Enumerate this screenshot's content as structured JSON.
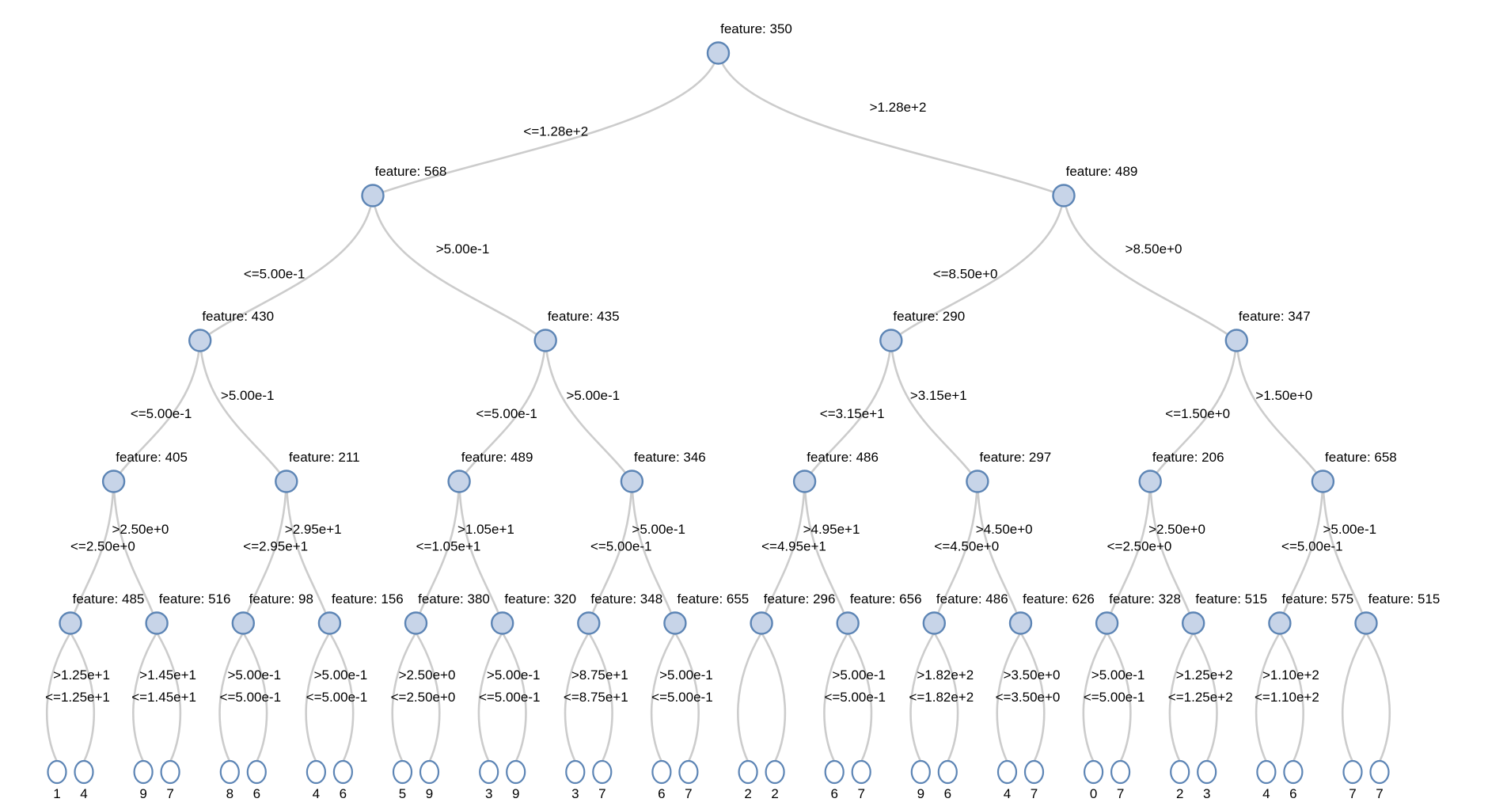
{
  "diagram": {
    "type": "decision-tree",
    "node_label_prefix": "feature: ",
    "colors": {
      "edge": "#cccccc",
      "node_fill": "#c7d4e8",
      "node_stroke": "#5d85b5",
      "leaf_fill": "#ffffff",
      "text": "#000000"
    },
    "root": {
      "label": "feature: 350",
      "left_edge": "<=1.28e+2",
      "right_edge": ">1.28e+2",
      "children": [
        {
          "label": "feature: 568",
          "left_edge": "<=5.00e-1",
          "right_edge": ">5.00e-1",
          "children": [
            {
              "label": "feature: 430",
              "left_edge": "<=5.00e-1",
              "right_edge": ">5.00e-1",
              "children": [
                {
                  "label": "feature: 405",
                  "left_edge": "<=2.50e+0",
                  "right_edge": ">2.50e+0",
                  "children": [
                    {
                      "label": "feature: 485",
                      "left_edge": "<=1.25e+1",
                      "right_edge": ">1.25e+1",
                      "children": [
                        {
                          "value": "1"
                        },
                        {
                          "value": "4"
                        }
                      ]
                    },
                    {
                      "label": "feature: 516",
                      "left_edge": "<=1.45e+1",
                      "right_edge": ">1.45e+1",
                      "children": [
                        {
                          "value": "9"
                        },
                        {
                          "value": "7"
                        }
                      ]
                    }
                  ]
                },
                {
                  "label": "feature: 211",
                  "left_edge": "<=2.95e+1",
                  "right_edge": ">2.95e+1",
                  "children": [
                    {
                      "label": "feature: 98",
                      "left_edge": "<=5.00e-1",
                      "right_edge": ">5.00e-1",
                      "children": [
                        {
                          "value": "8"
                        },
                        {
                          "value": "6"
                        }
                      ]
                    },
                    {
                      "label": "feature: 156",
                      "left_edge": "<=5.00e-1",
                      "right_edge": ">5.00e-1",
                      "children": [
                        {
                          "value": "4"
                        },
                        {
                          "value": "6"
                        }
                      ]
                    }
                  ]
                }
              ]
            },
            {
              "label": "feature: 435",
              "left_edge": "<=5.00e-1",
              "right_edge": ">5.00e-1",
              "children": [
                {
                  "label": "feature: 489",
                  "left_edge": "<=1.05e+1",
                  "right_edge": ">1.05e+1",
                  "children": [
                    {
                      "label": "feature: 380",
                      "left_edge": "<=2.50e+0",
                      "right_edge": ">2.50e+0",
                      "children": [
                        {
                          "value": "5"
                        },
                        {
                          "value": "9"
                        }
                      ]
                    },
                    {
                      "label": "feature: 320",
                      "left_edge": "<=5.00e-1",
                      "right_edge": ">5.00e-1",
                      "children": [
                        {
                          "value": "3"
                        },
                        {
                          "value": "9"
                        }
                      ]
                    }
                  ]
                },
                {
                  "label": "feature: 346",
                  "left_edge": "<=5.00e-1",
                  "right_edge": ">5.00e-1",
                  "children": [
                    {
                      "label": "feature: 348",
                      "left_edge": "<=8.75e+1",
                      "right_edge": ">8.75e+1",
                      "children": [
                        {
                          "value": "3"
                        },
                        {
                          "value": "7"
                        }
                      ]
                    },
                    {
                      "label": "feature: 655",
                      "left_edge": "<=5.00e-1",
                      "right_edge": ">5.00e-1",
                      "children": [
                        {
                          "value": "6"
                        },
                        {
                          "value": "7"
                        }
                      ]
                    }
                  ]
                }
              ]
            }
          ]
        },
        {
          "label": "feature: 489",
          "left_edge": "<=8.50e+0",
          "right_edge": ">8.50e+0",
          "children": [
            {
              "label": "feature: 290",
              "left_edge": "<=3.15e+1",
              "right_edge": ">3.15e+1",
              "children": [
                {
                  "label": "feature: 486",
                  "left_edge": "<=4.95e+1",
                  "right_edge": ">4.95e+1",
                  "children": [
                    {
                      "label": "feature: 296",
                      "left_edge": "",
                      "right_edge": "",
                      "children": [
                        {
                          "value": "2"
                        },
                        {
                          "value": "2"
                        }
                      ]
                    },
                    {
                      "label": "feature: 656",
                      "left_edge": "<=5.00e-1",
                      "right_edge": ">5.00e-1",
                      "children": [
                        {
                          "value": "6"
                        },
                        {
                          "value": "7"
                        }
                      ]
                    }
                  ]
                },
                {
                  "label": "feature: 297",
                  "left_edge": "<=4.50e+0",
                  "right_edge": ">4.50e+0",
                  "children": [
                    {
                      "label": "feature: 486",
                      "left_edge": "<=1.82e+2",
                      "right_edge": ">1.82e+2",
                      "children": [
                        {
                          "value": "9"
                        },
                        {
                          "value": "6"
                        }
                      ]
                    },
                    {
                      "label": "feature: 626",
                      "left_edge": "<=3.50e+0",
                      "right_edge": ">3.50e+0",
                      "children": [
                        {
                          "value": "4"
                        },
                        {
                          "value": "7"
                        }
                      ]
                    }
                  ]
                }
              ]
            },
            {
              "label": "feature: 347",
              "left_edge": "<=1.50e+0",
              "right_edge": ">1.50e+0",
              "children": [
                {
                  "label": "feature: 206",
                  "left_edge": "<=2.50e+0",
                  "right_edge": ">2.50e+0",
                  "children": [
                    {
                      "label": "feature: 328",
                      "left_edge": "<=5.00e-1",
                      "right_edge": ">5.00e-1",
                      "children": [
                        {
                          "value": "0"
                        },
                        {
                          "value": "7"
                        }
                      ]
                    },
                    {
                      "label": "feature: 515",
                      "left_edge": "<=1.25e+2",
                      "right_edge": ">1.25e+2",
                      "children": [
                        {
                          "value": "2"
                        },
                        {
                          "value": "3"
                        }
                      ]
                    }
                  ]
                },
                {
                  "label": "feature: 658",
                  "left_edge": "<=5.00e-1",
                  "right_edge": ">5.00e-1",
                  "children": [
                    {
                      "label": "feature: 575",
                      "left_edge": "<=1.10e+2",
                      "right_edge": ">1.10e+2",
                      "children": [
                        {
                          "value": "4"
                        },
                        {
                          "value": "6"
                        }
                      ]
                    },
                    {
                      "label": "feature: 515",
                      "left_edge": "",
                      "right_edge": "",
                      "children": [
                        {
                          "value": "7"
                        },
                        {
                          "value": "7"
                        }
                      ]
                    }
                  ]
                }
              ]
            }
          ]
        }
      ]
    }
  }
}
